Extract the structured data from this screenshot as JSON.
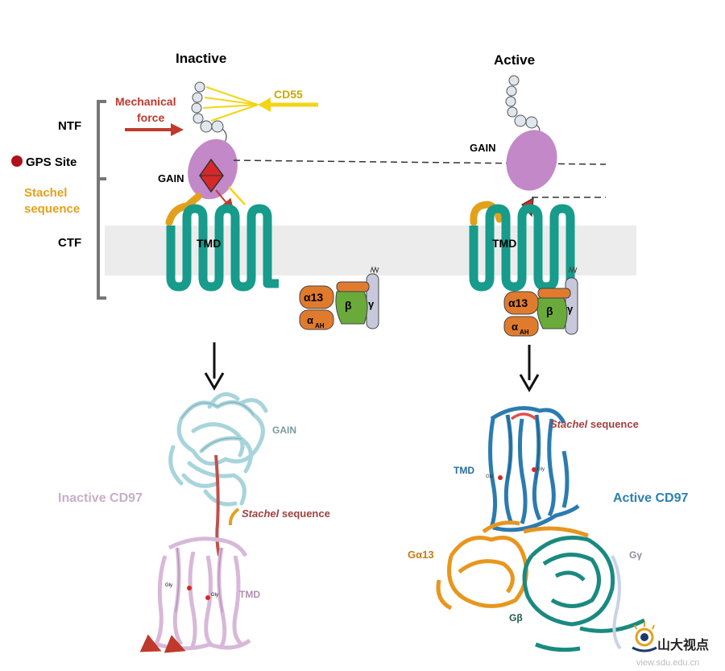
{
  "panels": {
    "inactive_title": "Inactive",
    "active_title": "Active"
  },
  "labels": {
    "ntf": "NTF",
    "gps_site": "GPS Site",
    "stachel_line1": "Stachel",
    "stachel_line2": "sequence",
    "ctf": "CTF",
    "mechanical_line1": "Mechanical",
    "mechanical_line2": "force",
    "cd55": "CD55",
    "gain": "GAIN",
    "tmd": "TMD",
    "alpha13": "α13",
    "alpha": "α",
    "ah_sub": "AH",
    "beta": "β",
    "gamma": "γ"
  },
  "structures": {
    "inactive_name": "Inactive CD97",
    "active_name": "Active CD97",
    "gain": "GAIN",
    "stachel_italic": "Stachel",
    "sequence_word": " sequence",
    "tmd": "TMD",
    "gly_a": "Gly",
    "gly_b": "Gly",
    "galpha13": "Gα13",
    "gbeta": "Gβ",
    "ggamma": "Gγ"
  },
  "watermark": {
    "name": "山大视点",
    "url": "view.sdu.edu.cn"
  },
  "colors": {
    "receptor_teal": "#179b8a",
    "gain_purple": "#c388c8",
    "gps_red": "#d62828",
    "stachel_orange": "#e3a11b",
    "mechanical_red": "#c0392b",
    "cd55_yellow": "#f2d615",
    "galpha_orange": "#e07b2e",
    "gbeta_green": "#6aaa3a",
    "ggamma_lavender": "#c8c8dc",
    "inactive_gain_cyan": "#a8d4dc",
    "inactive_tmd_pink": "#d8b8d8",
    "active_tmd_blue": "#2b7bb0",
    "active_galpha_orange": "#e8961e",
    "active_gbeta_teal": "#1a8a80",
    "active_text_blue": "#2d7fb4"
  }
}
